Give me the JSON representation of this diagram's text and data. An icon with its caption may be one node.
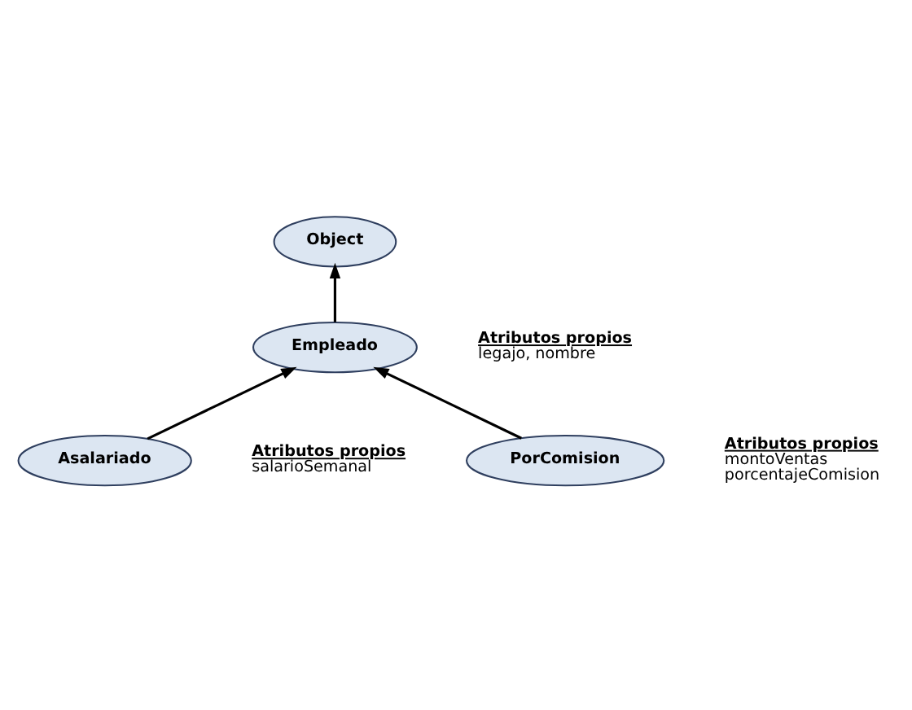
{
  "diagram": {
    "nodes": [
      {
        "text": [
          "Object"
        ]
      },
      {
        "text": [
          "Empleado"
        ],
        "beside": [
          "Atributos propios",
          "legajo, nombre"
        ]
      },
      {
        "text": [
          "Asalariado"
        ],
        "beside": [
          "Atributos propios",
          "salarioSemanal"
        ]
      },
      {
        "text": [
          "PorComision"
        ],
        "beside": [
          "Atributos propios",
          "montoVentas",
          "porcentajeComision"
        ]
      }
    ],
    "edges": [
      {
        "from": 1,
        "to": 0,
        "arrow": "to"
      },
      {
        "from": 2,
        "to": 1,
        "arrow": "to"
      },
      {
        "from": 3,
        "to": 1,
        "arrow": "to"
      }
    ]
  }
}
